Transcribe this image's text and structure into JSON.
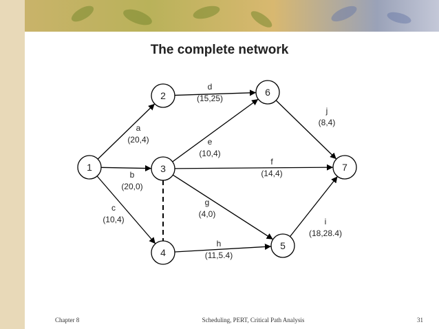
{
  "slide": {
    "title": "The complete network",
    "footer_left": "Chapter 8",
    "footer_center": "Scheduling, PERT, Critical Path Analysis",
    "footer_right": "31"
  },
  "diagram": {
    "nodes": [
      {
        "id": "1",
        "label": "1"
      },
      {
        "id": "2",
        "label": "2"
      },
      {
        "id": "3",
        "label": "3"
      },
      {
        "id": "4",
        "label": "4"
      },
      {
        "id": "5",
        "label": "5"
      },
      {
        "id": "6",
        "label": "6"
      },
      {
        "id": "7",
        "label": "7"
      }
    ],
    "edges": [
      {
        "id": "a",
        "from": "1",
        "to": "2",
        "name": "a",
        "params": "(20,4)"
      },
      {
        "id": "b",
        "from": "1",
        "to": "3",
        "name": "b",
        "params": "(20,0)"
      },
      {
        "id": "c",
        "from": "1",
        "to": "4",
        "name": "c",
        "params": "(10,4)"
      },
      {
        "id": "d",
        "from": "2",
        "to": "6",
        "name": "d",
        "params": "(15,25)"
      },
      {
        "id": "e",
        "from": "3",
        "to": "6",
        "name": "e",
        "params": "(10,4)"
      },
      {
        "id": "f",
        "from": "3",
        "to": "7",
        "name": "f",
        "params": "(14,4)"
      },
      {
        "id": "g",
        "from": "3",
        "to": "5",
        "name": "g",
        "params": "(4,0)"
      },
      {
        "id": "h",
        "from": "4",
        "to": "5",
        "name": "h",
        "params": "(11,5.4)"
      },
      {
        "id": "i",
        "from": "5",
        "to": "7",
        "name": "i",
        "params": "(18,28.4)"
      },
      {
        "id": "j",
        "from": "6",
        "to": "7",
        "name": "j",
        "params": "(8,4)"
      },
      {
        "id": "dummy",
        "from": "3",
        "to": "4",
        "name": "",
        "params": "",
        "dashed": true
      }
    ]
  }
}
